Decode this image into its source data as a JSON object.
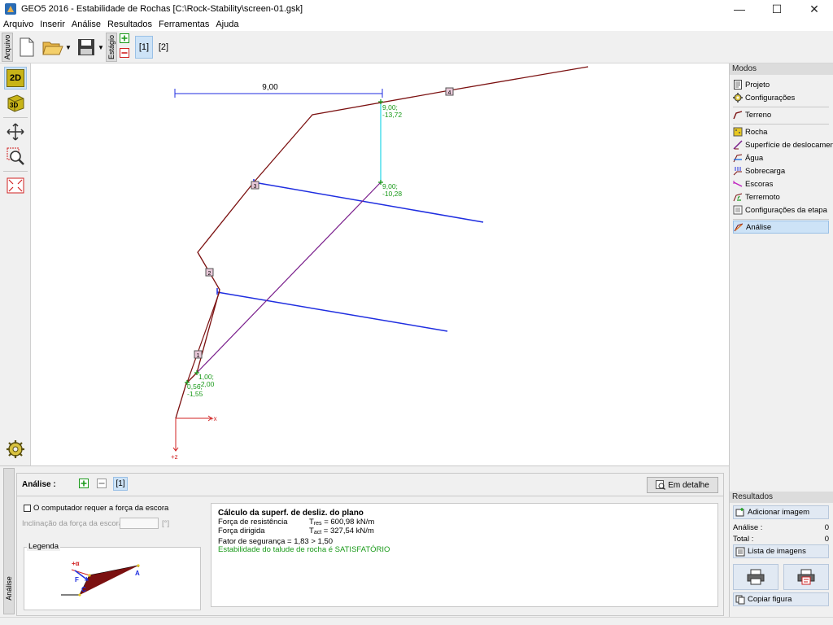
{
  "window": {
    "title": "GEO5 2016 - Estabilidade de Rochas [C:\\Rock-Stability\\screen-01.gsk]",
    "minimize": "—",
    "maximize": "☐",
    "close": "✕"
  },
  "menu": [
    "Arquivo",
    "Inserir",
    "Análise",
    "Resultados",
    "Ferramentas",
    "Ajuda"
  ],
  "toolbar": {
    "file_tab": "Arquivo",
    "stage_tab": "Estágio",
    "stages": [
      "[1]",
      "[2]"
    ],
    "active_stage": 0
  },
  "left_tools": {
    "view2d": "2D",
    "view3d": "3D"
  },
  "canvas": {
    "dimension": "9,00",
    "points": [
      {
        "x": "9,00;",
        "y": "-13,72"
      },
      {
        "x": "9,00;",
        "y": "-10,28"
      },
      {
        "x": "1,00;",
        "y": "-2,00"
      },
      {
        "x": "0,56;",
        "y": "-1,55"
      }
    ],
    "markers": [
      "1",
      "2",
      "3",
      "4"
    ],
    "axis_x": "+x",
    "axis_z": "+z"
  },
  "modes": {
    "header": "Modos",
    "items": [
      {
        "label": "Projeto",
        "icon": "document-icon"
      },
      {
        "label": "Configurações",
        "icon": "gear-icon"
      },
      {
        "label": "Terreno",
        "icon": "terrain-icon"
      },
      {
        "label": "Rocha",
        "icon": "rock-icon"
      },
      {
        "label": "Superfície de deslocamento",
        "icon": "slip-surface-icon"
      },
      {
        "label": "Água",
        "icon": "water-icon"
      },
      {
        "label": "Sobrecarga",
        "icon": "surcharge-icon"
      },
      {
        "label": "Escoras",
        "icon": "anchor-icon"
      },
      {
        "label": "Terremoto",
        "icon": "earthquake-icon"
      },
      {
        "label": "Configurações da etapa",
        "icon": "stage-settings-icon"
      },
      {
        "label": "Análise",
        "icon": "analysis-icon"
      }
    ],
    "active": 10
  },
  "results": {
    "header": "Resultados",
    "add_image": "Adicionar imagem",
    "analysis_label": "Análise :",
    "analysis_count": "0",
    "total_label": "Total :",
    "total_count": "0",
    "image_list": "Lista de imagens",
    "copy_figure": "Copiar figura"
  },
  "analysis": {
    "vtab": "Análise",
    "label": "Análise :",
    "tab": "[1]",
    "detail_button": "Em detalhe",
    "checkbox_label": "O computador requer a força da escora",
    "incl_label": "Inclinação da força da escora =",
    "incl_unit": "[°]",
    "legend_title": "Legenda",
    "legend_alpha": "+α",
    "legend_f": "F",
    "legend_a": "A",
    "legend_c": "C"
  },
  "result_text": {
    "title": "Cálculo da superf. de desliz. do plano",
    "res_label": "Força de resistência",
    "res_sym": "T",
    "res_sub": "res",
    "res_value": "= 600,98 kN/m",
    "act_label": "Força dirigida",
    "act_sym": "T",
    "act_sub": "act",
    "act_value": "= 327,54 kN/m",
    "safety": "Fator de segurança = 1,83 > 1,50",
    "verdict": "Estabilidade do talude de rocha é SATISFATÓRIO"
  },
  "colors": {
    "terrain": "#7b1010",
    "slip": "#7a1f8c",
    "anchor": "#1f2ee0",
    "water": "#22d4e6",
    "point": "#1a9a1a",
    "ok": "#1a9a1a"
  }
}
